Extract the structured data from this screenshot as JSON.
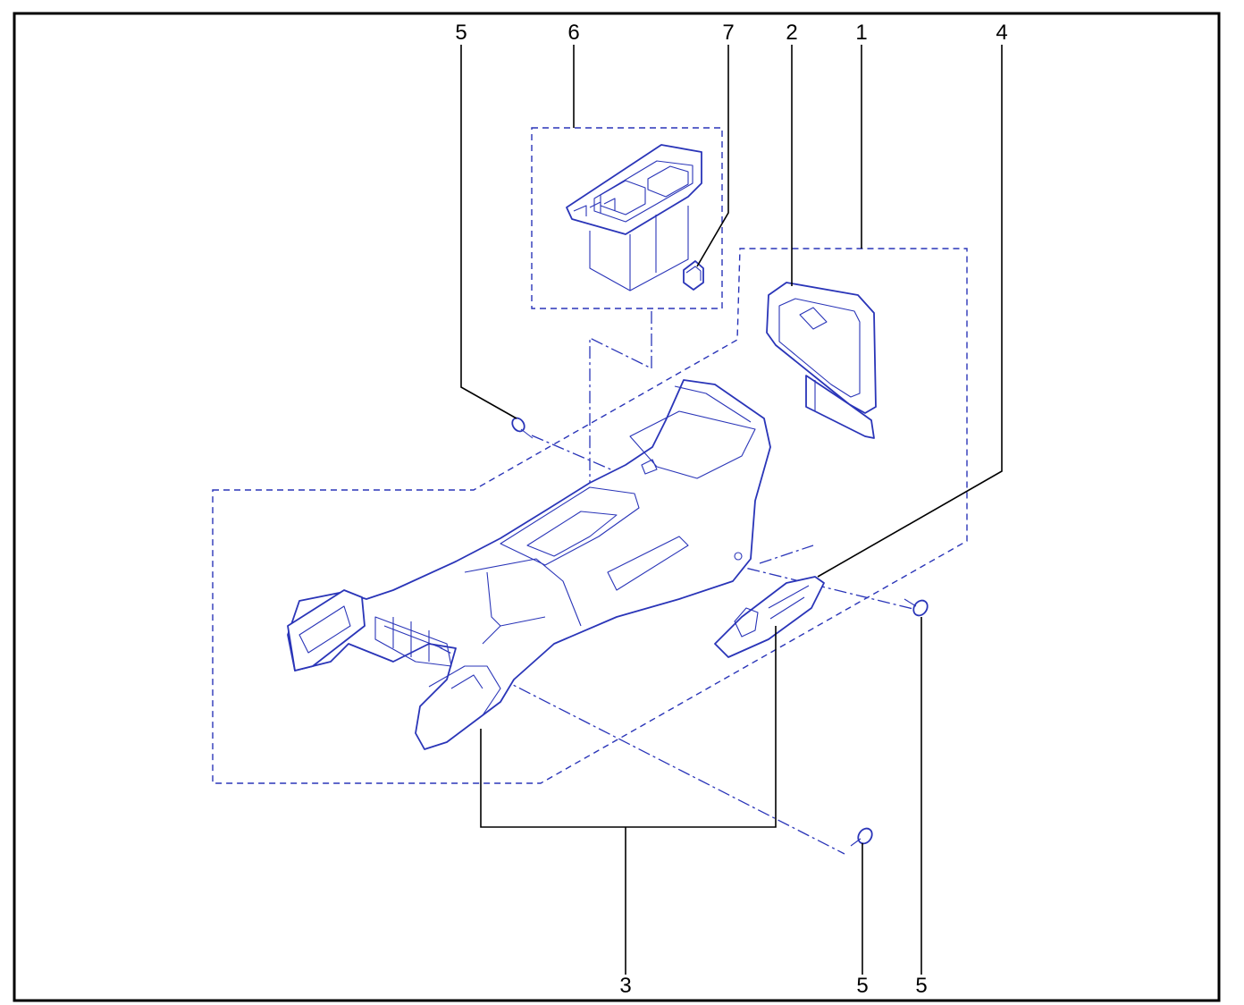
{
  "diagram": {
    "callouts": [
      {
        "id": "c5a",
        "label": "5"
      },
      {
        "id": "c6",
        "label": "6"
      },
      {
        "id": "c7",
        "label": "7"
      },
      {
        "id": "c2",
        "label": "2"
      },
      {
        "id": "c1",
        "label": "1"
      },
      {
        "id": "c4",
        "label": "4"
      },
      {
        "id": "c3",
        "label": "3"
      },
      {
        "id": "c5b",
        "label": "5"
      },
      {
        "id": "c5c",
        "label": "5"
      }
    ],
    "colors": {
      "line_art": "#2a35b8",
      "callout": "#000000",
      "frame": "#000000",
      "background": "#ffffff"
    }
  }
}
